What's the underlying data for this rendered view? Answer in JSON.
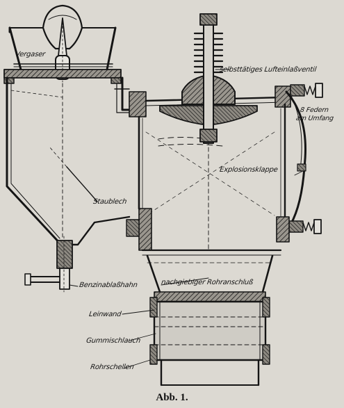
{
  "labels": {
    "vergaser": "Vergaser",
    "luftventil": "selbsttätiges Lufteinlaßventil",
    "federn_line1": "8 Federn",
    "federn_line2": "am Umfang",
    "explosionsklappe": "Explosionsklappe",
    "staublech": "Staublech",
    "benzinablass": "Benzinablaßhahn",
    "rohranschluss": "nachgiebiger Rohranschluß",
    "leinwand": "Leinwand",
    "gummischlauch": "Gummischlauch",
    "rohrschellen": "Rohrschellen"
  },
  "caption": "Abb. 1.",
  "colors": {
    "paper": "#dcd9d2",
    "ink": "#151515"
  }
}
